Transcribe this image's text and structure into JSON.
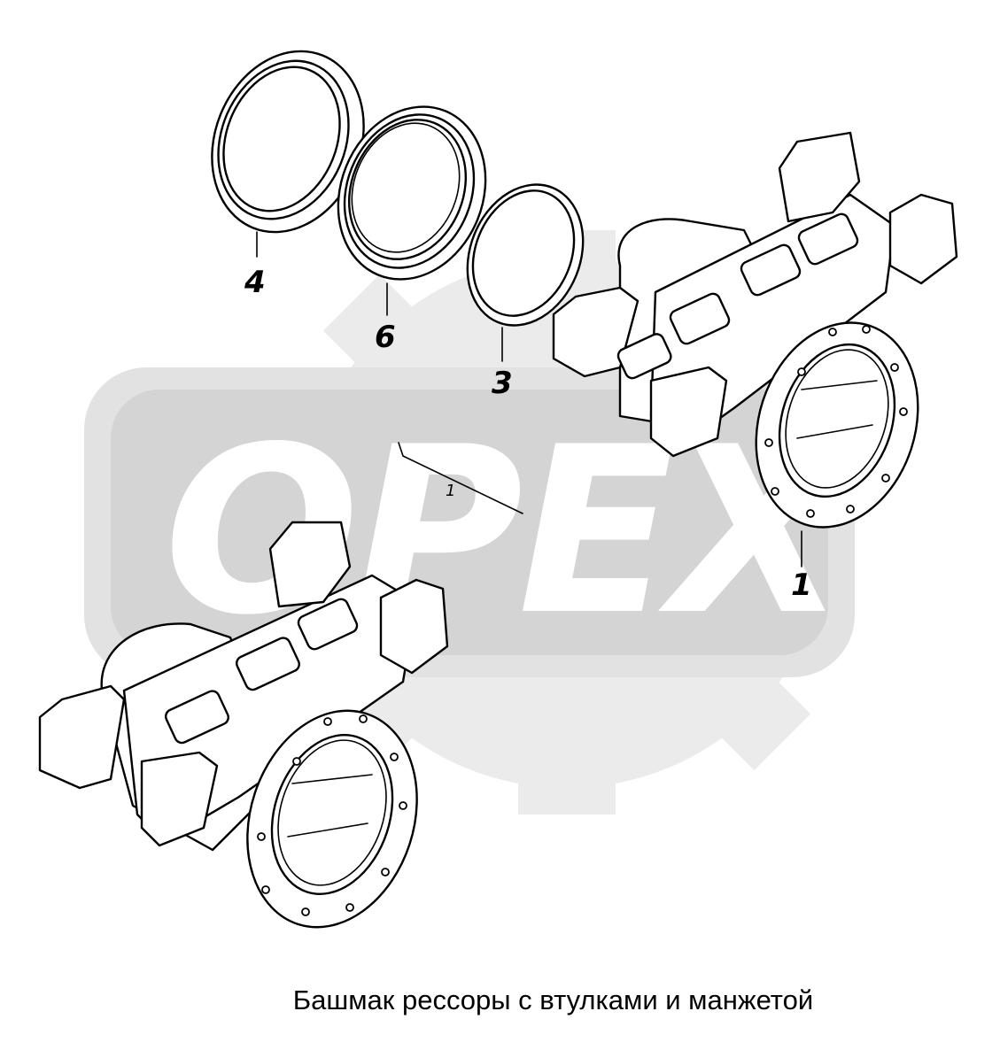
{
  "watermark": {
    "text": "OPEX",
    "gear_color": "#ebebeb",
    "plate_color": "#e2e2e2"
  },
  "callouts": {
    "ring_seal": "4",
    "cuff": "6",
    "bushing": "3",
    "shoe_top": "1",
    "shoe_small_mark": "1"
  },
  "caption": "Башмак рессоры с втулками и манжетой"
}
